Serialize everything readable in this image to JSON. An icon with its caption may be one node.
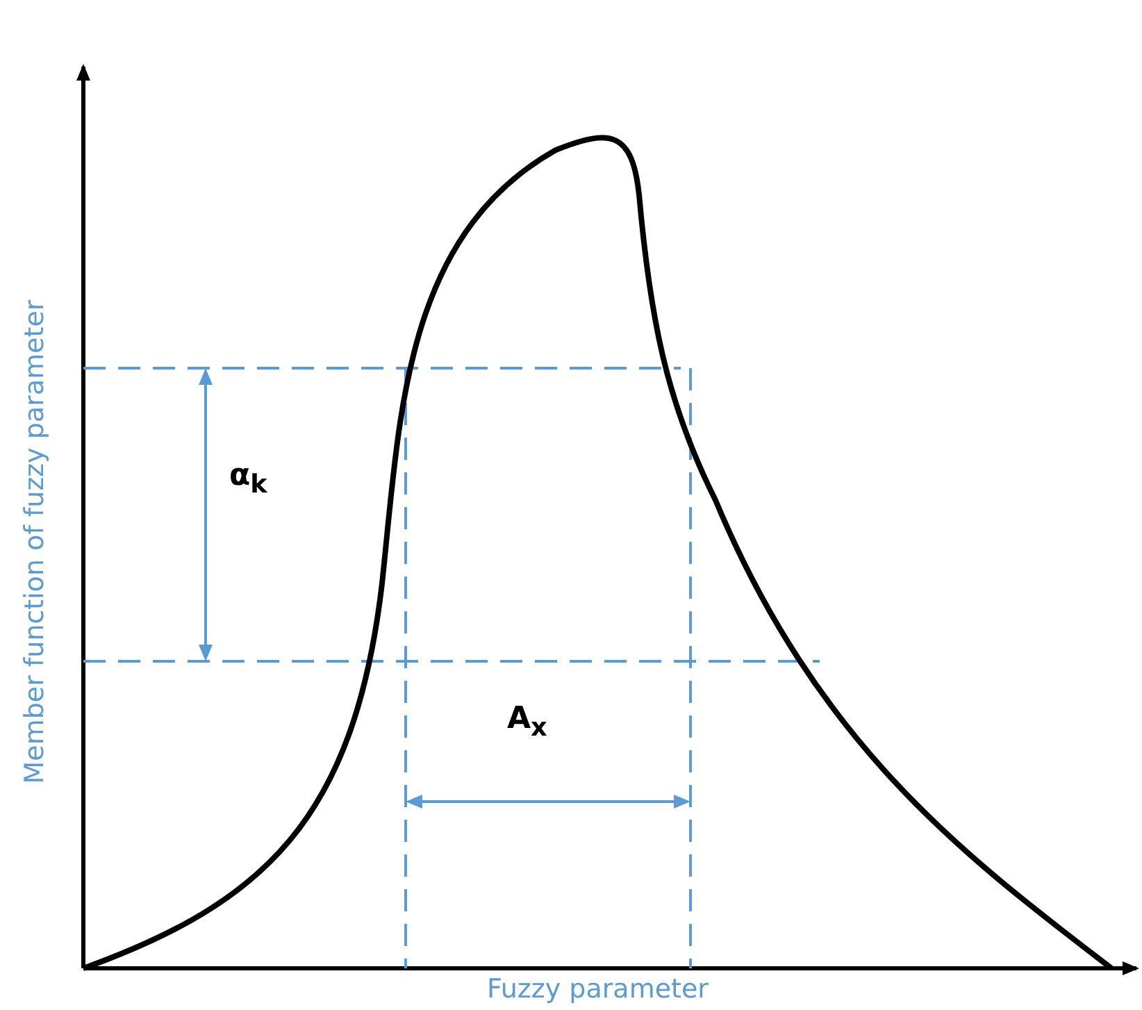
{
  "diagram": {
    "labels": [
      "Member function of fuzzy parameter",
      "α$_{k}$",
      "A$_{x}$",
      "Fuzzy parameter"
    ]
  }
}
